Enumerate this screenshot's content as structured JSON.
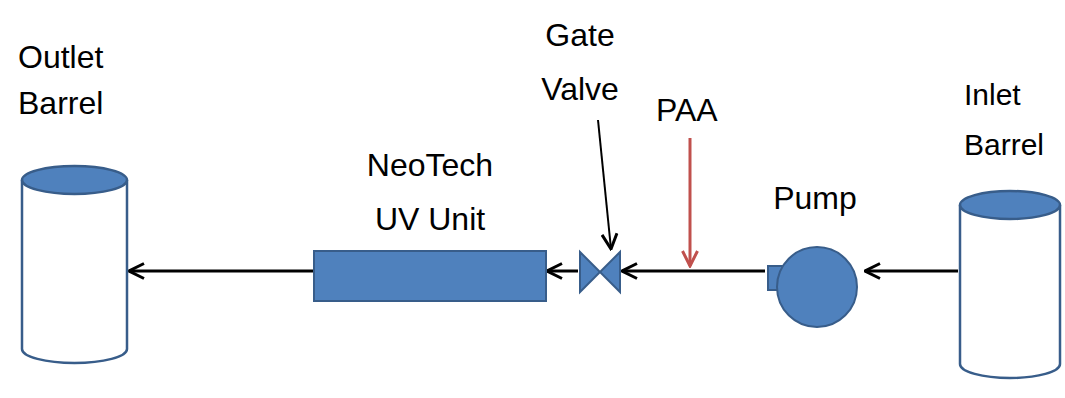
{
  "diagram": {
    "nodes": [
      {
        "text": [
          "Outlet Barrel"
        ]
      },
      {
        "text": [
          "NeoTech UV Unit"
        ]
      },
      {
        "text": [
          "Gate Valve"
        ]
      },
      {
        "text": [
          "Pump"
        ]
      },
      {
        "text": [
          "Inlet Barrel"
        ]
      }
    ],
    "edges": [
      {
        "from": 4,
        "to": 3,
        "arrow": "to"
      },
      {
        "from": 3,
        "to": 2,
        "arrow": "to"
      },
      {
        "from": 2,
        "to": 1,
        "arrow": "to"
      },
      {
        "from": 1,
        "to": 0,
        "arrow": "to"
      }
    ],
    "labels": [
      "PAA"
    ]
  }
}
